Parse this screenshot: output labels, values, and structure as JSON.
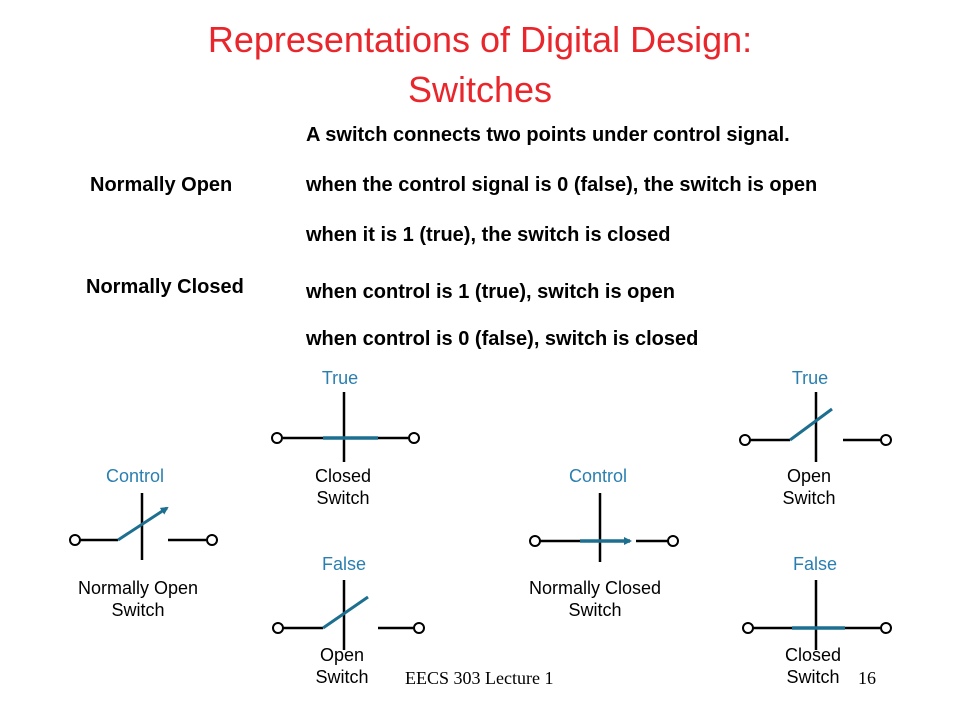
{
  "title": {
    "line1": "Representations of Digital Design:",
    "line2": "Switches"
  },
  "text": {
    "intro": "A switch connects two points under control signal.",
    "no_label": "Normally Open",
    "no_line1": "when the control signal is 0 (false), the switch is open",
    "no_line2": "when it is 1 (true), the switch is closed",
    "nc_label": "Normally Closed",
    "nc_line1": "when control is 1 (true), switch is open",
    "nc_line2": "when control is 0 (false), switch is closed"
  },
  "diagram": {
    "true_label": "True",
    "false_label": "False",
    "control_label": "Control",
    "closed_label": "Closed",
    "open_label": "Open",
    "switch_word": "Switch",
    "normally_open_label": "Normally Open",
    "normally_closed_label": "Normally Closed",
    "label_color": "#2a7fb0",
    "wire_color": "#000000",
    "switch_color": "#1d6f8f"
  },
  "footer": {
    "course": "EECS 303 Lecture 1",
    "page": "16"
  }
}
